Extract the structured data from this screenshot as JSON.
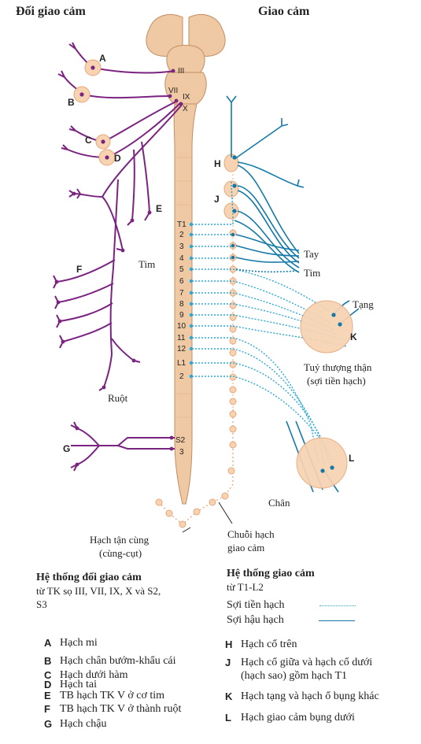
{
  "headings": {
    "parasympathetic": "Đối giao cảm",
    "sympathetic": "Giao cảm"
  },
  "nerve_labels": [
    "III",
    "VII",
    "IX",
    "X"
  ],
  "segments": {
    "thoracolumbar": [
      "T1",
      "2",
      "3",
      "4",
      "5",
      "6",
      "7",
      "8",
      "9",
      "10",
      "11",
      "12",
      "L1",
      "2"
    ],
    "sacral": [
      "S2",
      "3"
    ]
  },
  "ganglia_letters": {
    "A": "A",
    "B": "B",
    "C": "C",
    "D": "D",
    "E": "E",
    "F": "F",
    "G": "G",
    "H": "H",
    "J": "J",
    "K": "K",
    "L": "L"
  },
  "annotations": {
    "tim_left": "Tim",
    "ruot": "Ruột",
    "tay": "Tay",
    "tim_right": "Tim",
    "tang": "Tạng",
    "adrenal_line1": "Tuỷ thượng thận",
    "adrenal_line2": "(sợi tiền hạch)",
    "chan": "Chân",
    "chain_line1": "Chuỗi hạch",
    "chain_line2": "giao cảm",
    "coccygeal_line1": "Hạch tận cùng",
    "coccygeal_line2": "(cùng-cụt)"
  },
  "para_caption": {
    "title": "Hệ thống đối giao cảm",
    "line1": "từ TK sọ III, VII, IX, X và S2,",
    "line2": "S3"
  },
  "symp_caption": {
    "title": "Hệ thống giao cảm",
    "line1": "từ T1-L2"
  },
  "legend": {
    "pre": "Sợi tiền hạch",
    "post": "Sợi hậu hạch"
  },
  "key_left": [
    {
      "letter": "A",
      "text": "Hạch mi"
    },
    {
      "letter": "B",
      "text": "Hạch chân bướm-khẩu cái"
    },
    {
      "letter": "C",
      "text": "Hạch dưới hàm"
    },
    {
      "letter": "D",
      "text": "Hạch tai"
    },
    {
      "letter": "E",
      "text": "TB hạch TK V ở cơ tim"
    },
    {
      "letter": "F",
      "text": "TB hạch TK V ở thành ruột"
    },
    {
      "letter": "G",
      "text": "Hạch chậu"
    }
  ],
  "key_right": [
    {
      "letter": "H",
      "text": "Hạch cổ trên"
    },
    {
      "letter": "J",
      "text": "Hạch cổ giữa và hạch cổ dưới",
      "text2": "(hạch sao) gồm hạch T1"
    },
    {
      "letter": "K",
      "text": "Hạch tạng và hạch ổ bụng khác"
    },
    {
      "letter": "L",
      "text": "Hạch giao cảm bụng dưới"
    }
  ],
  "colors": {
    "parasympathetic": "#7b2380",
    "sympathetic": "#1479a8",
    "sympathetic_pre": "#2aa7d6",
    "ganglion_fill": "#f7d3b2",
    "ganglion_stroke": "#e6a77a",
    "cord": "#efc9a3",
    "cord_stroke": "#c48d62"
  }
}
